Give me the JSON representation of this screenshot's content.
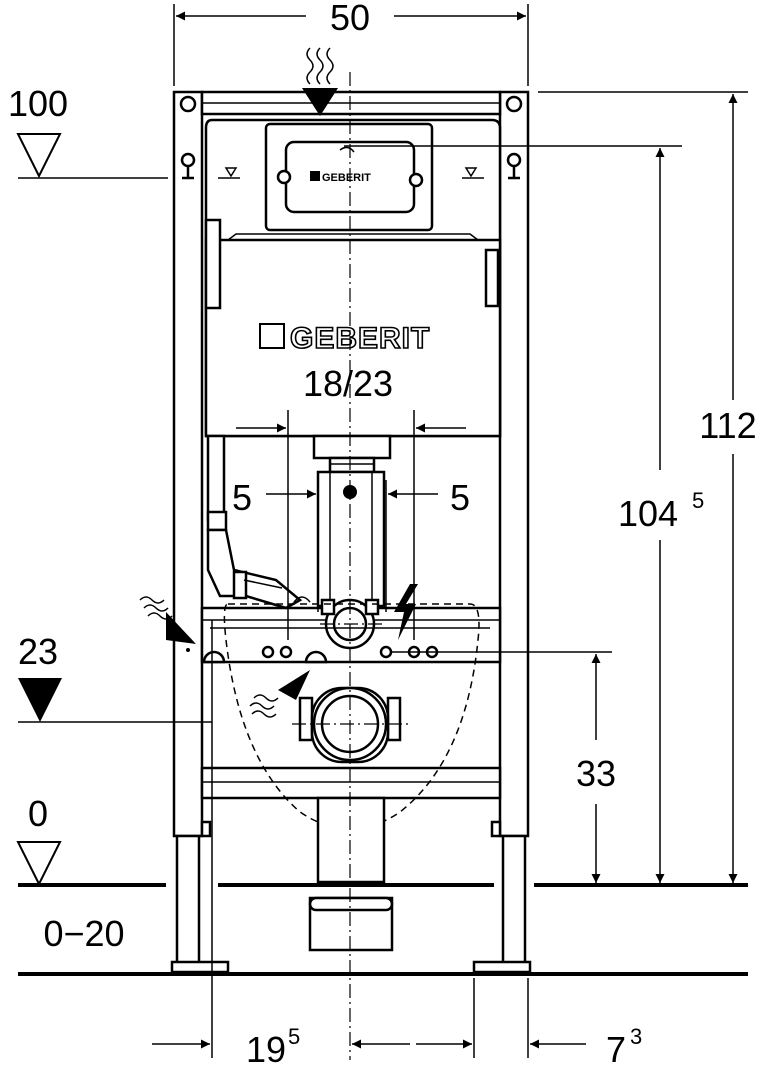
{
  "brand": {
    "logo_text": "GEBERIT",
    "model": "18/23",
    "plate_logo_text": "GEBERIT"
  },
  "dimensions": {
    "width_top": "50",
    "height_total": "112",
    "height_cistern_main": "104",
    "height_cistern_sup": "5",
    "height_outlet": "33",
    "flush_offset_left": "5",
    "flush_offset_right": "5",
    "level_top": "100",
    "level_supply": "23",
    "level_floor": "0",
    "floor_range": "0−20",
    "bottom_left_main": "19",
    "bottom_left_sup": "5",
    "bottom_right_main": "7",
    "bottom_right_sup": "3"
  },
  "icons": {
    "water_supply_top": "wavy-arrow-icon",
    "water_supply_left": "wavy-arrow-icon",
    "drain_connection": "wavy-arrow-icon",
    "electric": "lightning-icon",
    "level_open": "triangle-down-open-icon",
    "level_filled": "triangle-down-filled-icon"
  },
  "colors": {
    "line": "#000000",
    "background": "#ffffff"
  }
}
